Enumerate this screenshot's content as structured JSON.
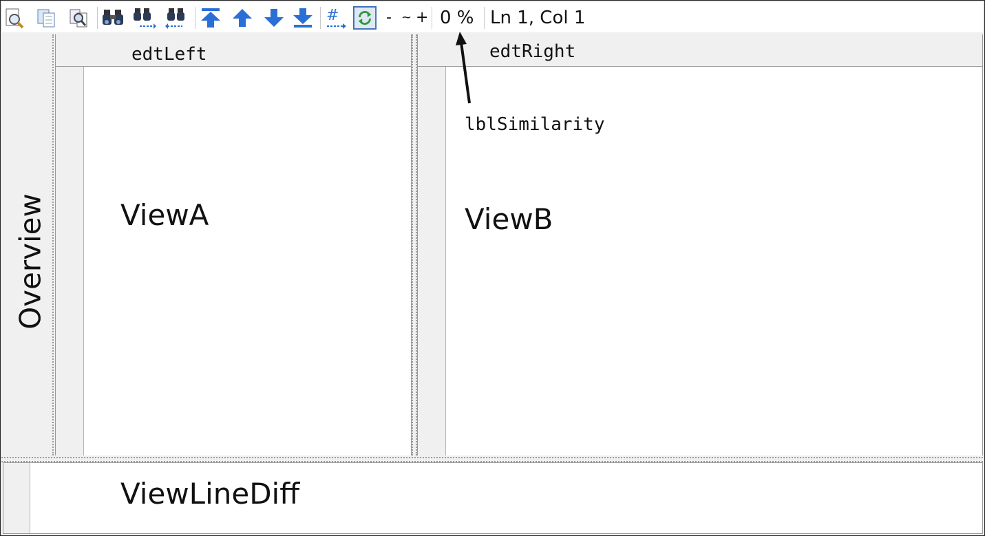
{
  "toolbar": {
    "buttons": [
      {
        "name": "find-icon"
      },
      {
        "name": "copy-icon"
      },
      {
        "name": "compare-icon"
      },
      {
        "name": "binoculars-icon"
      },
      {
        "name": "find-next-icon"
      },
      {
        "name": "find-prev-icon"
      },
      {
        "name": "first-diff-icon"
      },
      {
        "name": "prev-diff-icon"
      },
      {
        "name": "next-diff-icon"
      },
      {
        "name": "last-diff-icon"
      },
      {
        "name": "goto-line-icon"
      },
      {
        "name": "refresh-icon"
      }
    ],
    "zoom_minus": "-",
    "zoom_reset": "~",
    "zoom_plus": "+",
    "similarity": "0 %",
    "position": "Ln 1, Col 1"
  },
  "overview": {
    "label": "Overview"
  },
  "left_pane": {
    "title": "edtLeft",
    "view_label": "ViewA"
  },
  "right_pane": {
    "title": "edtRight",
    "view_label": "ViewB",
    "annotation": "lblSimilarity"
  },
  "line_diff": {
    "label": "ViewLineDiff"
  },
  "colors": {
    "accent_blue": "#2a6fd6",
    "green": "#2e9a3a"
  }
}
